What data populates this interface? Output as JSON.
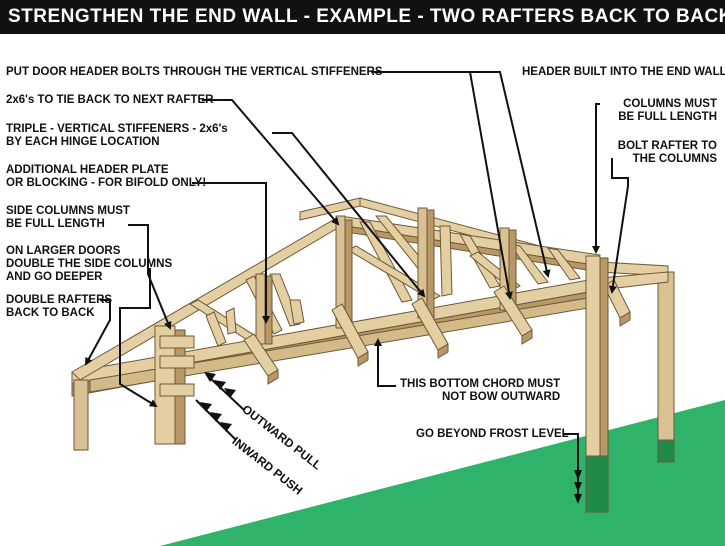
{
  "title": "STRENGTHEN THE END WALL - EXAMPLE - TWO RAFTERS BACK TO BACK",
  "title_style": "(STYLE 1)",
  "labels": {
    "door_header_bolts": "PUT DOOR HEADER BOLTS THROUGH THE VERTICAL STIFFENERS",
    "header_built": "HEADER BUILT INTO THE END WALL",
    "tie_back": "2x6's TO TIE BACK TO NEXT RAFTER",
    "columns_full_1": "COLUMNS MUST",
    "columns_full_2": "BE FULL LENGTH",
    "triple_stiff_1": "TRIPLE - VERTICAL STIFFENERS - 2x6's",
    "triple_stiff_2": "BY EACH HINGE LOCATION",
    "bolt_rafter_1": "BOLT RAFTER TO",
    "bolt_rafter_2": "THE COLUMNS",
    "add_header_1": "ADDITIONAL HEADER PLATE",
    "add_header_2": "OR BLOCKING - FOR BIFOLD ONLY!",
    "side_cols_1": "SIDE COLUMNS MUST",
    "side_cols_2": "BE FULL LENGTH",
    "larger_doors_1": "ON LARGER DOORS",
    "larger_doors_2": "DOUBLE THE SIDE COLUMNS",
    "larger_doors_3": "AND GO DEEPER",
    "double_rafters_1": "DOUBLE RAFTERS",
    "double_rafters_2": "BACK TO BACK",
    "bottom_chord_1": "THIS BOTTOM CHORD MUST",
    "bottom_chord_2": "NOT BOW OUTWARD",
    "frost_level": "GO BEYOND FROST LEVEL",
    "outward_pull": "OUTWARD PULL",
    "inward_push": "INWARD PUSH"
  },
  "colors": {
    "title_bg": "#111111",
    "title_text": "#ffffff",
    "wood": "#e4cfa3",
    "wood_dark": "#b79866",
    "wood_edge": "#6e5836",
    "ground": "#2fb36a",
    "buried": "#1f8a47"
  }
}
